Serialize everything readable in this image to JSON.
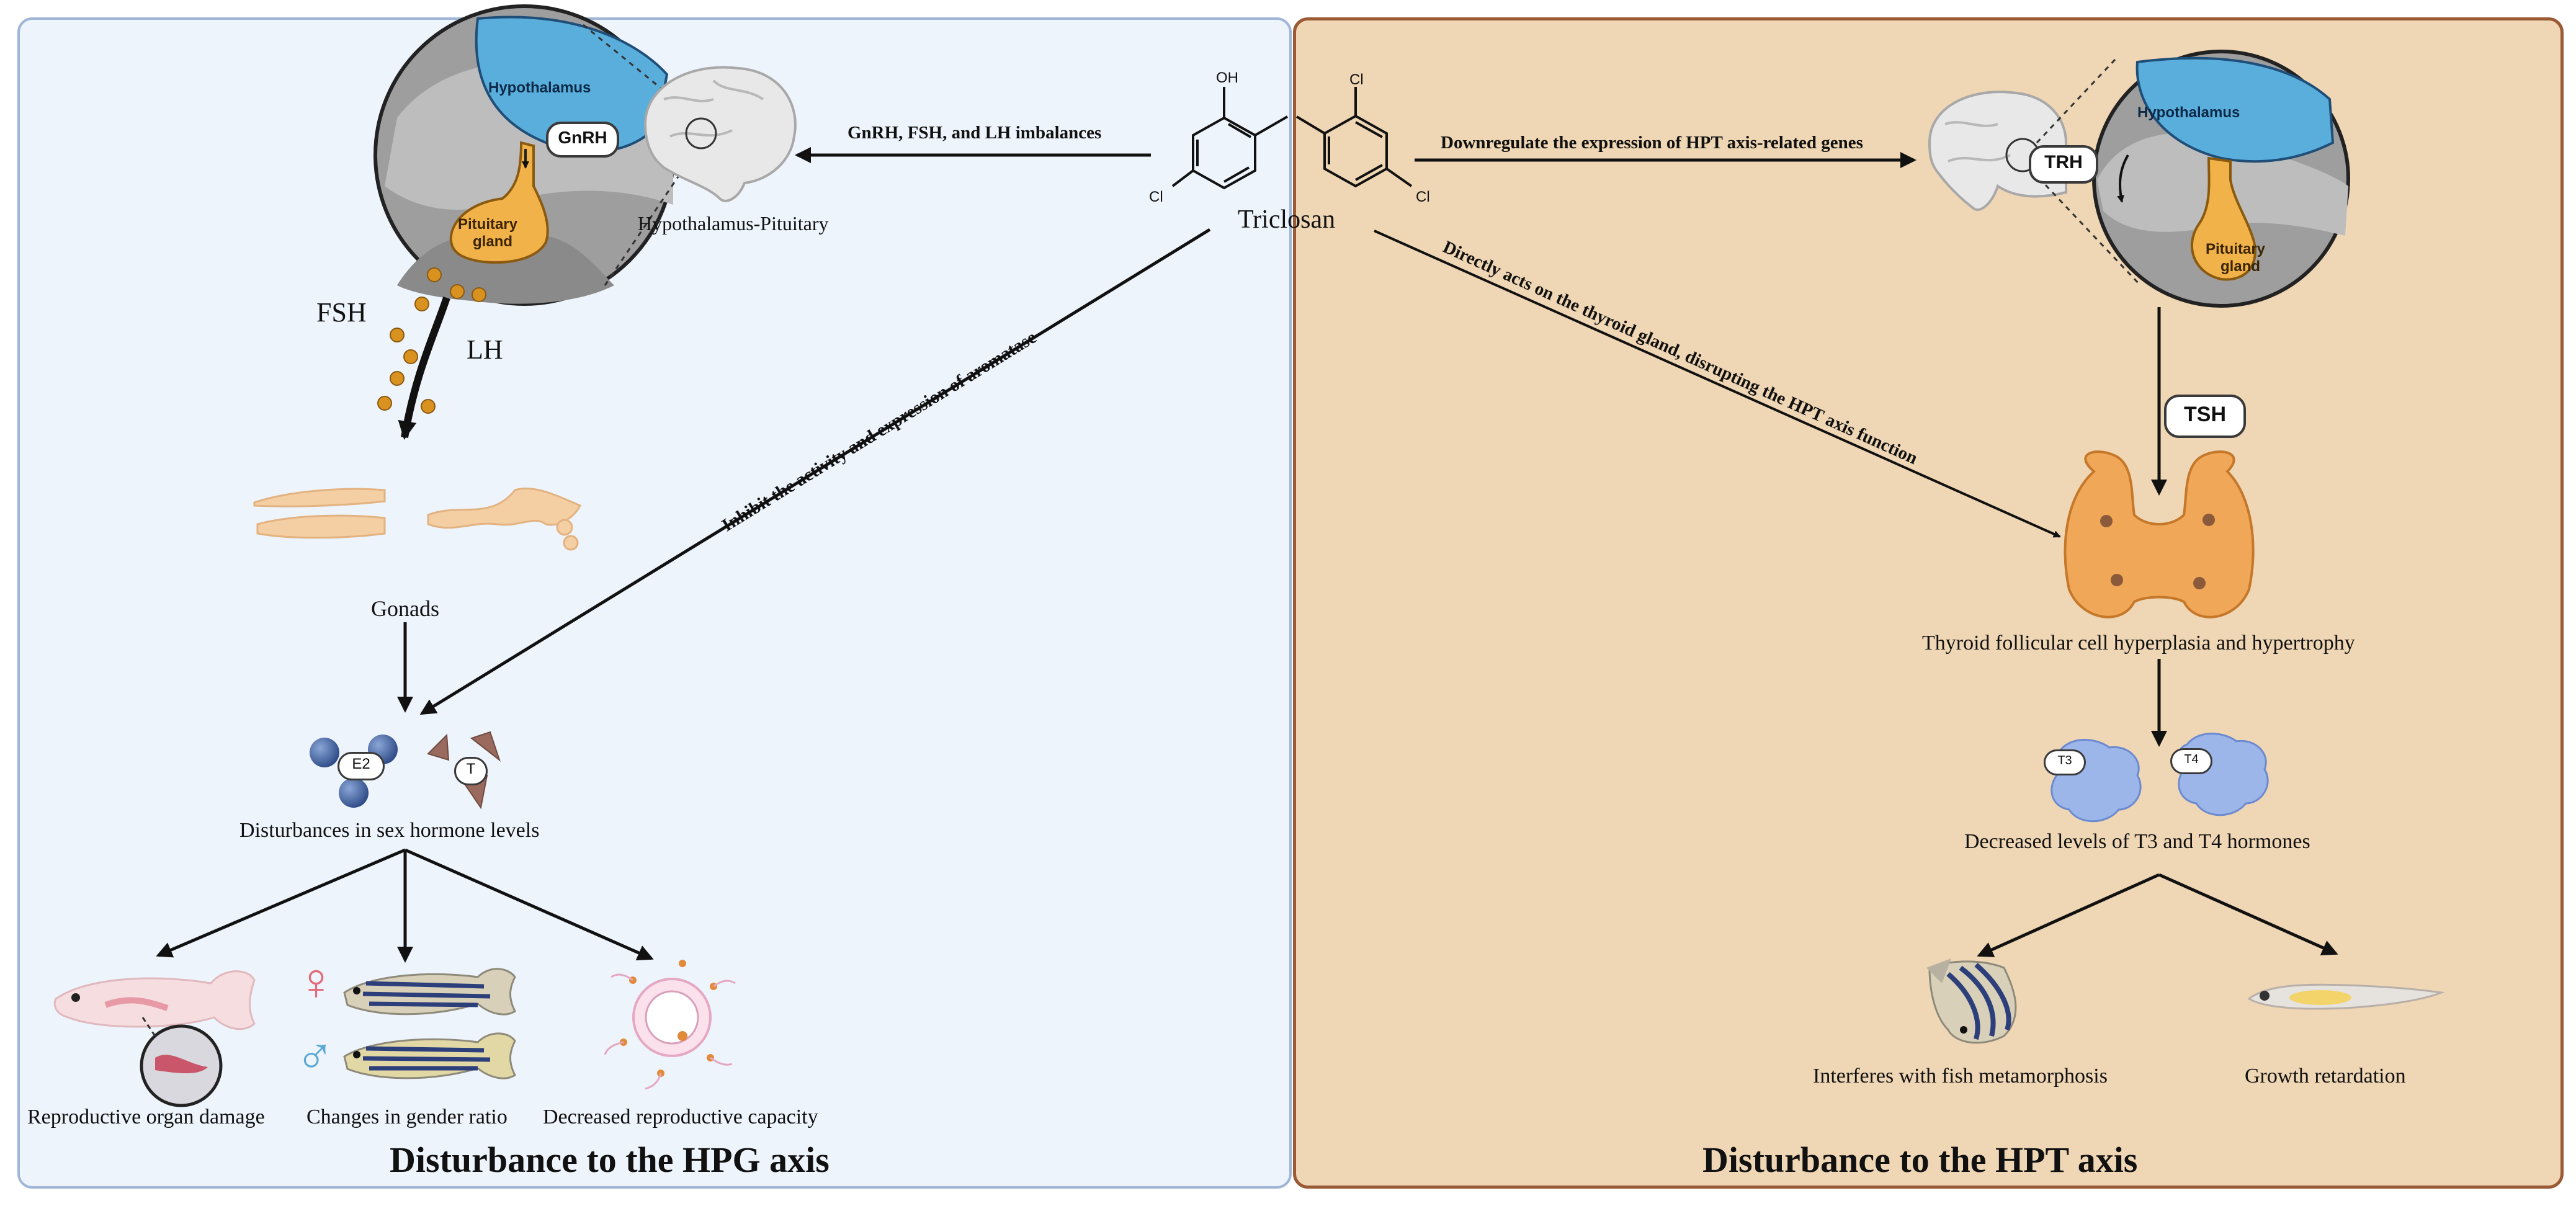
{
  "panels": {
    "left_title": "Disturbance to the HPG axis",
    "right_title": "Disturbance to the HPT axis"
  },
  "chemical": {
    "name": "Triclosan",
    "oh": "OH",
    "cl_top": "Cl",
    "cl_left": "Cl",
    "cl_right": "Cl"
  },
  "hpg": {
    "hypothalamus": "Hypothalamus",
    "gnrh": "GnRH",
    "pituitary_line1": "Pituitary",
    "pituitary_line2": "gland",
    "brain_label": "Hypothalamus-Pituitary",
    "fsh": "FSH",
    "lh": "LH",
    "gonads": "Gonads",
    "e2": "E2",
    "t": "T",
    "sex_hormone": "Disturbances in sex hormone levels",
    "outcome_1": "Reproductive organ damage",
    "outcome_2": "Changes in gender ratio",
    "outcome_3": "Decreased reproductive capacity",
    "female_symbol": "♀",
    "male_symbol": "♂"
  },
  "hpt": {
    "hypothalamus": "Hypothalamus",
    "trh": "TRH",
    "pituitary_line1": "Pituitary",
    "pituitary_line2": "gland",
    "tsh": "TSH",
    "thyroid": "Thyroid follicular cell hyperplasia and hypertrophy",
    "t3": "T3",
    "t4": "T4",
    "hormones": "Decreased levels of T3 and T4 hormones",
    "outcome_1": "Interferes with fish metamorphosis",
    "outcome_2": "Growth retardation"
  },
  "arrows": {
    "to_hpg": "GnRH, FSH, and LH imbalances",
    "aromatase": "Inhibit the activity and expression of aromatase",
    "to_hpt": "Downregulate the expression of HPT axis-related genes",
    "thyroid_direct": "Directly acts on the thyroid gland, disrupting the HPT axis function"
  },
  "colors": {
    "left_bg": "#eef4fc",
    "right_bg": "#efd6b4",
    "hypothalamus": "#5aaedc",
    "pituitary": "#f2b24a",
    "hormone_blue": "#9cb6ea"
  }
}
